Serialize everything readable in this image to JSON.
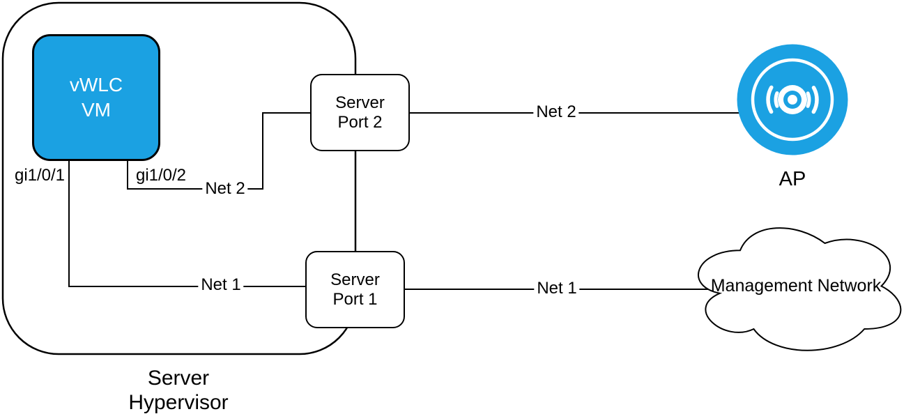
{
  "colors": {
    "node_blue": "#1ba1e2",
    "stroke": "#000000",
    "text_on_blue": "#ffffff"
  },
  "nodes": {
    "hypervisor": {
      "label": "Server\nHypervisor"
    },
    "vwlc": {
      "label": "vWLC\nVM"
    },
    "server_port_2": {
      "label": "Server\nPort 2"
    },
    "server_port_1": {
      "label": "Server\nPort 1"
    },
    "ap": {
      "label": "AP"
    },
    "management_network": {
      "label": "Management Network"
    }
  },
  "edges": {
    "gi101_label": "gi1/0/1",
    "gi102_label": "gi1/0/2",
    "net2_inner_label": "Net 2",
    "net1_inner_label": "Net 1",
    "net2_outer_label": "Net 2",
    "net1_outer_label": "Net 1"
  }
}
